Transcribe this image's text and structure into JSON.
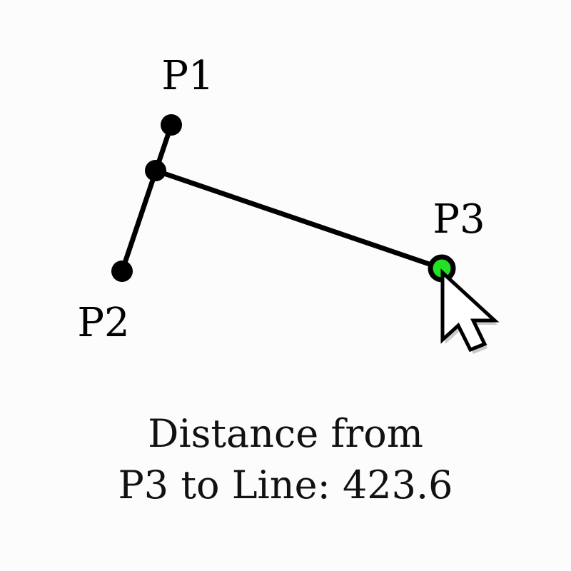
{
  "points": {
    "p1": {
      "label": "P1"
    },
    "p2": {
      "label": "P2"
    },
    "p3": {
      "label": "P3"
    }
  },
  "readout": {
    "line1": "Distance from",
    "line2_prefix": "P3 to Line:",
    "distance_value": "423.6"
  },
  "colors": {
    "stroke": "#000000",
    "point_fill": "#000000",
    "p3_highlight": "#22e222",
    "background": "#fcfcfc"
  },
  "cursor": {
    "icon": "arrow-cursor-icon"
  }
}
